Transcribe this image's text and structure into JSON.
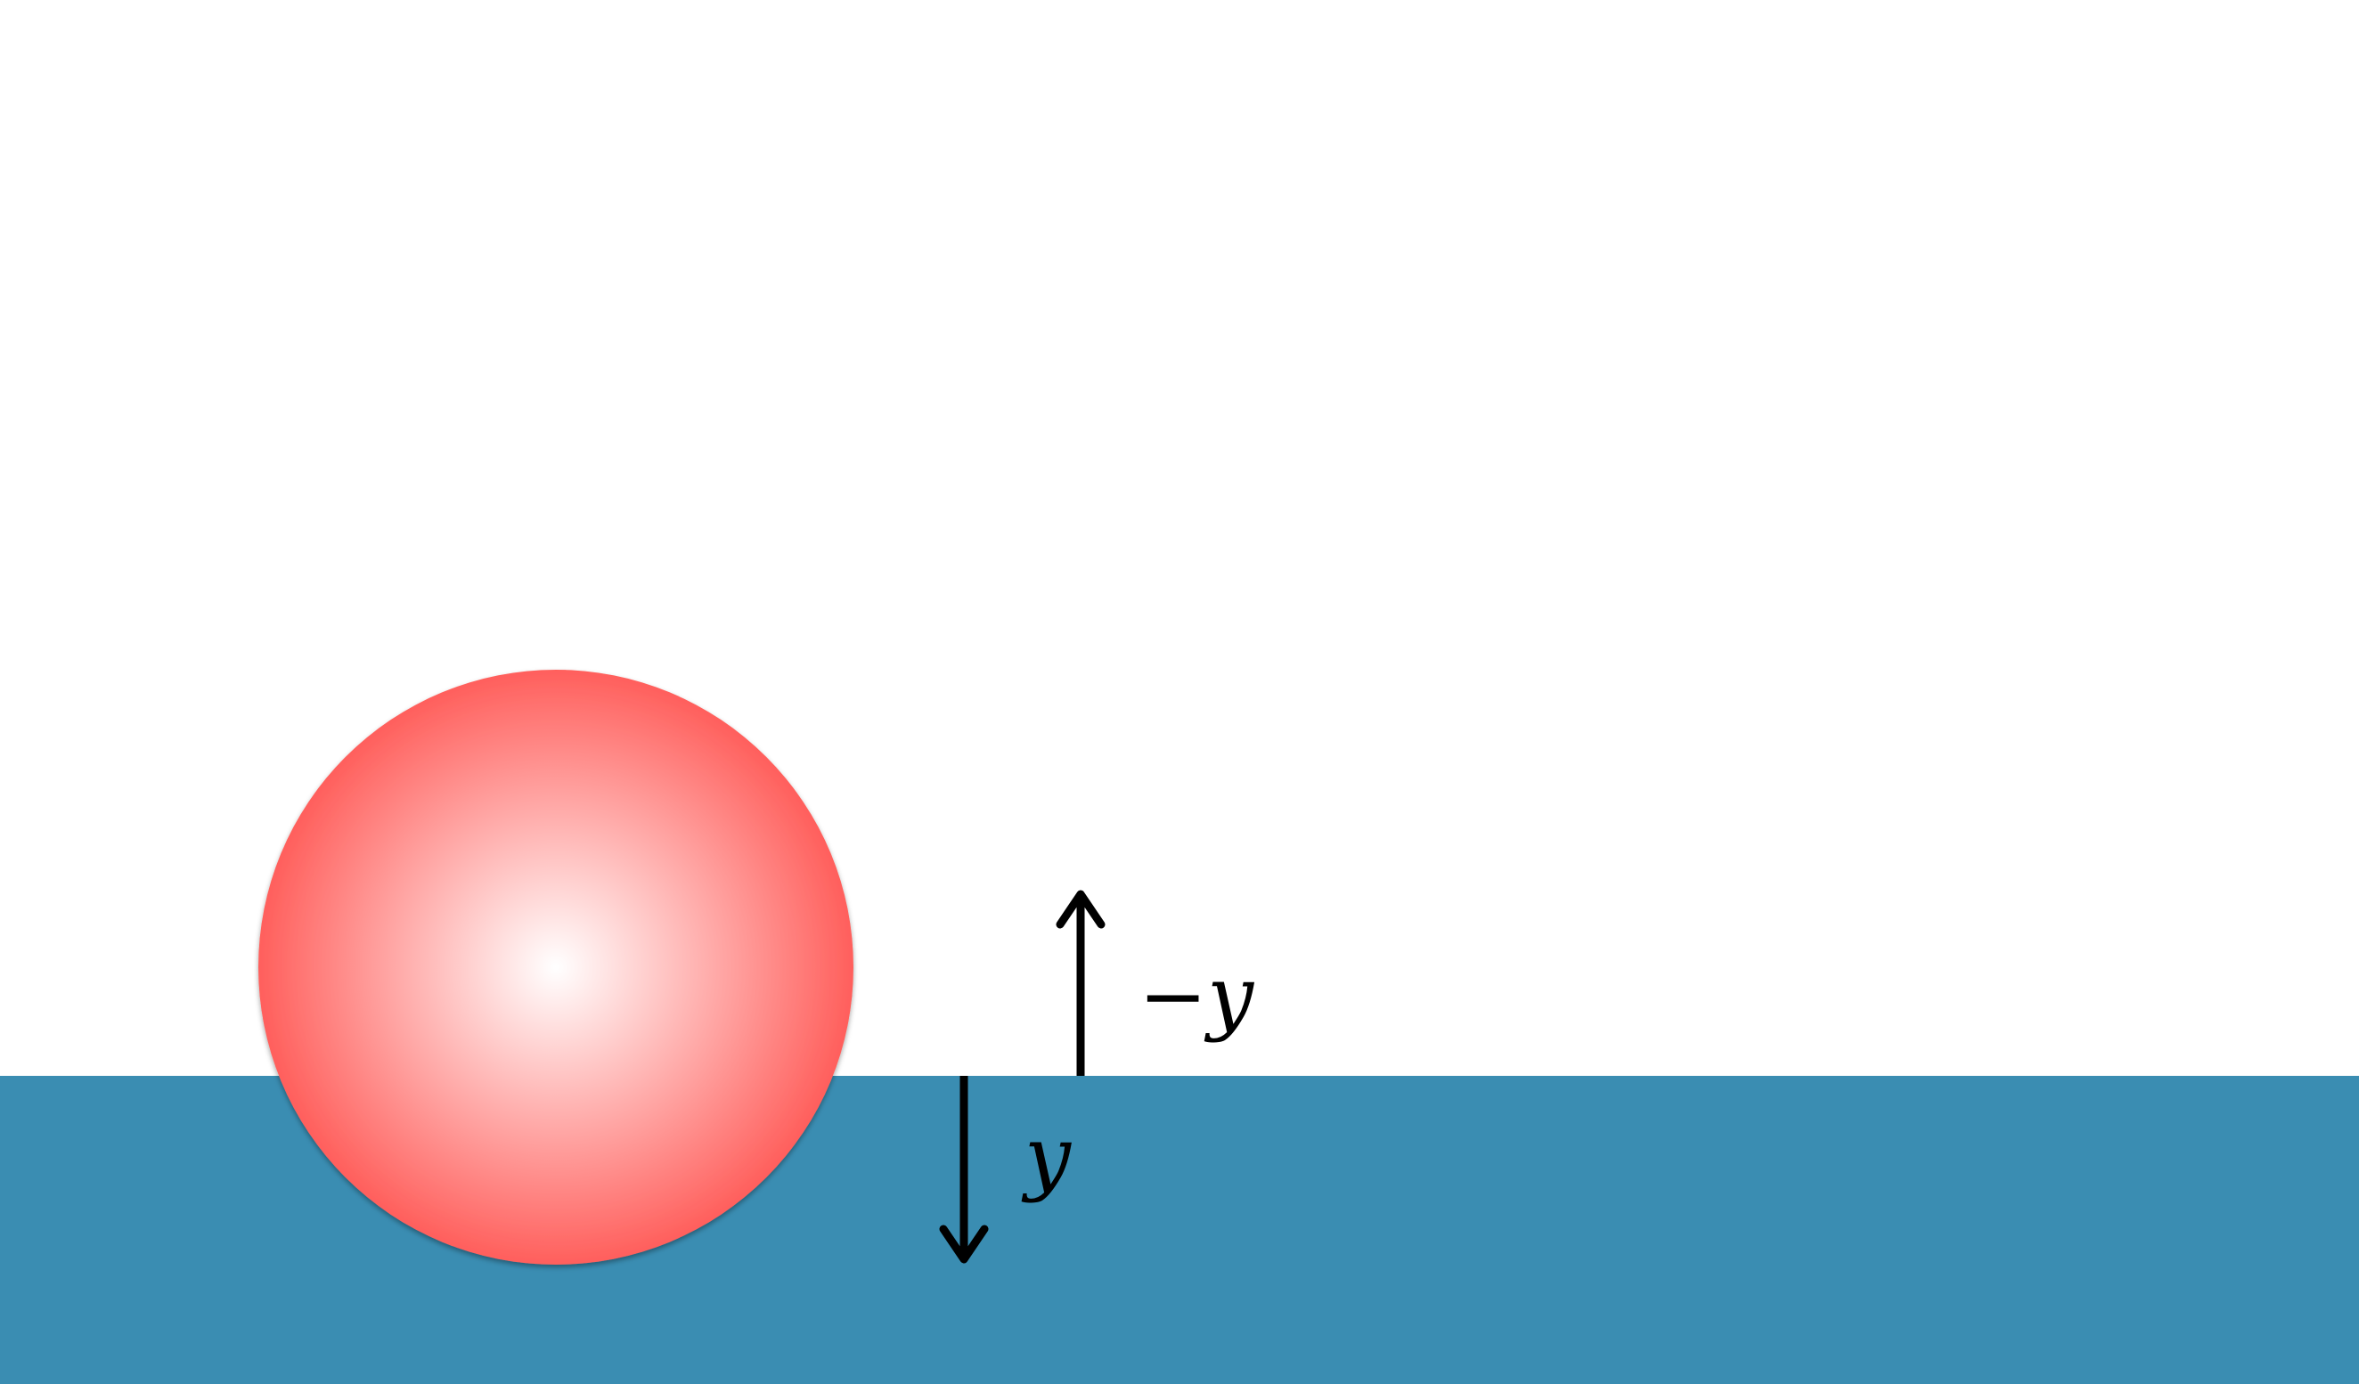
{
  "diagram": {
    "background_color": "#ffffff",
    "liquid": {
      "name": "water-surface",
      "color": "#3a8db2"
    },
    "sphere": {
      "name": "floating-sphere",
      "center_color": "#ffffff",
      "edge_color": "#ff5f5c"
    },
    "arrows": [
      {
        "name": "upward-arrow",
        "direction": "up",
        "label": "−y"
      },
      {
        "name": "downward-arrow",
        "direction": "down",
        "label": "y"
      }
    ]
  }
}
